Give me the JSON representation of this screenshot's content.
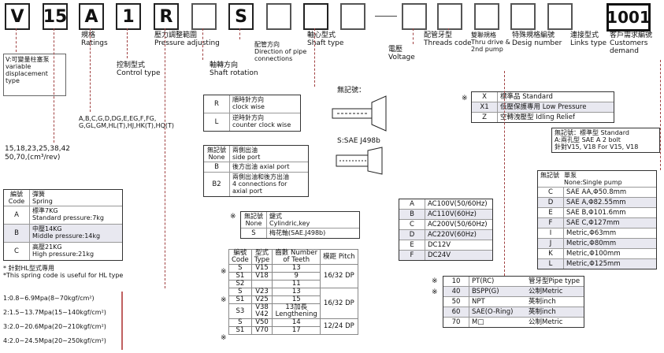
{
  "codes": {
    "c1": "V",
    "c2": "15",
    "c3": "A",
    "c4": "1",
    "c5": "R",
    "c6": "",
    "c7": "S",
    "c8": "",
    "c9": "",
    "c10": "",
    "c11": "",
    "c12": "",
    "c13": "1001"
  },
  "labels": {
    "spec": "規格\nRatings",
    "pressure_adj": "壓力調整範圍\nPressure adjusting",
    "shaft_rot": "軸轉方向\nShaft rotation",
    "conn_dir": "配管方向\nDirection of pipe\nconnections",
    "shaft_type": "軸心型式\nShaft type",
    "voltage": "電壓\nVoltage",
    "threads": "配管牙型\nThreads code",
    "second_pump": "雙聯規格\nThru drive &\n2nd pump",
    "design_no": "特殊規格編號\nDesig number",
    "links_type": "連接型式\nLinks type",
    "customer": "客戶需求編號\nCustomers\ndemand",
    "control_type": "控制型式\nControl type",
    "variable": "V:可變量柱塞泵\nvariable\ndisplacement\ntype",
    "control_codes": "A,B,C,G,D,DG,E,EG,F,FG,\nG,GL,GM,HL(T),HJ,HK(T),HQ(T)",
    "ratings_vals": "15,18,23,25,38,42\n50,70,(cm³/rev)",
    "no_mark": "無記號：",
    "sae": "S:SAE J498b"
  },
  "spring": {
    "header": {
      "k": "編號\nCode",
      "v": "彈簧\nSpring"
    },
    "rows": [
      {
        "k": "A",
        "v": "標準7KG\nStandard pressure:7kg"
      },
      {
        "k": "B",
        "v": "中壓14KG\nMiddle pressure:14kg"
      },
      {
        "k": "C",
        "v": "高壓21KG\nHigh pressure:21kg"
      }
    ],
    "note": "* 針對HL型式專用\n*This spring code is useful for HL type"
  },
  "pressures": [
    "1:0.8~6.9Mpa(8~70kgf/cm²)",
    "2:1.5~13.7Mpa(15~140kgf/cm²)",
    "3:2.0~20.6Mpa(20~210kgf/cm²)",
    "4:2.0~24.5Mpa(20~250kgf/cm²)"
  ],
  "rotation": [
    {
      "k": "R",
      "v": "順時針方向\nclock wise"
    },
    {
      "k": "L",
      "v": "逆時針方向\ncounter clock wise"
    }
  ],
  "ports": [
    {
      "k": "無記號\nNone",
      "v": "兩側出油\nside port"
    },
    {
      "k": "B",
      "v": "後方出油 axial port"
    },
    {
      "k": "B2",
      "v": "兩側出油和後方出油\n4 connections for\naxial port"
    }
  ],
  "shaft": {
    "header": {
      "k": "無記號\nNone",
      "v": "鍵式\nCylindric,key"
    },
    "rows": [
      {
        "k": "S",
        "v": "梅花軸(SAE.J498b)"
      }
    ]
  },
  "spline": {
    "headers": [
      "編號\nCode",
      "型式\nType",
      "齒數 Number\nof Teeth",
      "模距 Pitch"
    ],
    "rows": [
      [
        "S",
        "V15",
        "13",
        "16/32 DP"
      ],
      [
        "S1",
        "V18",
        "9",
        ""
      ],
      [
        "S2",
        "",
        "11",
        ""
      ],
      [
        "S",
        "V23",
        "13",
        ""
      ],
      [
        "S1",
        "V25",
        "15",
        "16/32 DP"
      ],
      [
        "S3",
        "V38\nV42",
        "13加長\nLengthening",
        ""
      ],
      [
        "S",
        "V50",
        "14",
        "12/24 DP"
      ],
      [
        "S1",
        "V70",
        "17",
        ""
      ]
    ]
  },
  "voltages": [
    {
      "k": "A",
      "v": "AC100V(50/60Hz)"
    },
    {
      "k": "B",
      "v": "AC110V(60Hz)"
    },
    {
      "k": "C",
      "v": "AC200V(50/60Hz)"
    },
    {
      "k": "D",
      "v": "AC220V(60Hz)"
    },
    {
      "k": "E",
      "v": "DC12V"
    },
    {
      "k": "F",
      "v": "DC24V"
    }
  ],
  "design": [
    {
      "k": "X",
      "v": "標準品 Standard"
    },
    {
      "k": "X1",
      "v": "低壓保護專用 Low Pressure"
    },
    {
      "k": "Z",
      "v": "空轉洩壓型 Idling Relief"
    }
  ],
  "links": "無記號：標準型 Standard\nA:兩孔型 SAE A 2 bolt\n針對V15, V18 For V15, V18",
  "second": [
    {
      "k": "無記號",
      "v": "單泵\nNone:Single pump"
    },
    {
      "k": "C",
      "v": "SAE AA,Φ50.8mm"
    },
    {
      "k": "D",
      "v": "SAE A,Φ82.55mm"
    },
    {
      "k": "E",
      "v": "SAE B,Φ101.6mm"
    },
    {
      "k": "F",
      "v": "SAE C,Φ127mm"
    },
    {
      "k": "I",
      "v": "Metric,Φ63mm"
    },
    {
      "k": "J",
      "v": "Metric,Φ80mm"
    },
    {
      "k": "K",
      "v": "Metric,Φ100mm"
    },
    {
      "k": "L",
      "v": "Metric,Φ125mm"
    }
  ],
  "threads_tbl": [
    {
      "k": "10",
      "v": "PT(RC)",
      "w": "管牙型Pipe type"
    },
    {
      "k": "40",
      "v": "BSPP(G)",
      "w": "公制Metric"
    },
    {
      "k": "50",
      "v": "NPT",
      "w": "英制inch"
    },
    {
      "k": "60",
      "v": "SAE(O-Ring)",
      "w": "英制inch"
    },
    {
      "k": "70",
      "v": "M□",
      "w": "公制Metric"
    }
  ]
}
